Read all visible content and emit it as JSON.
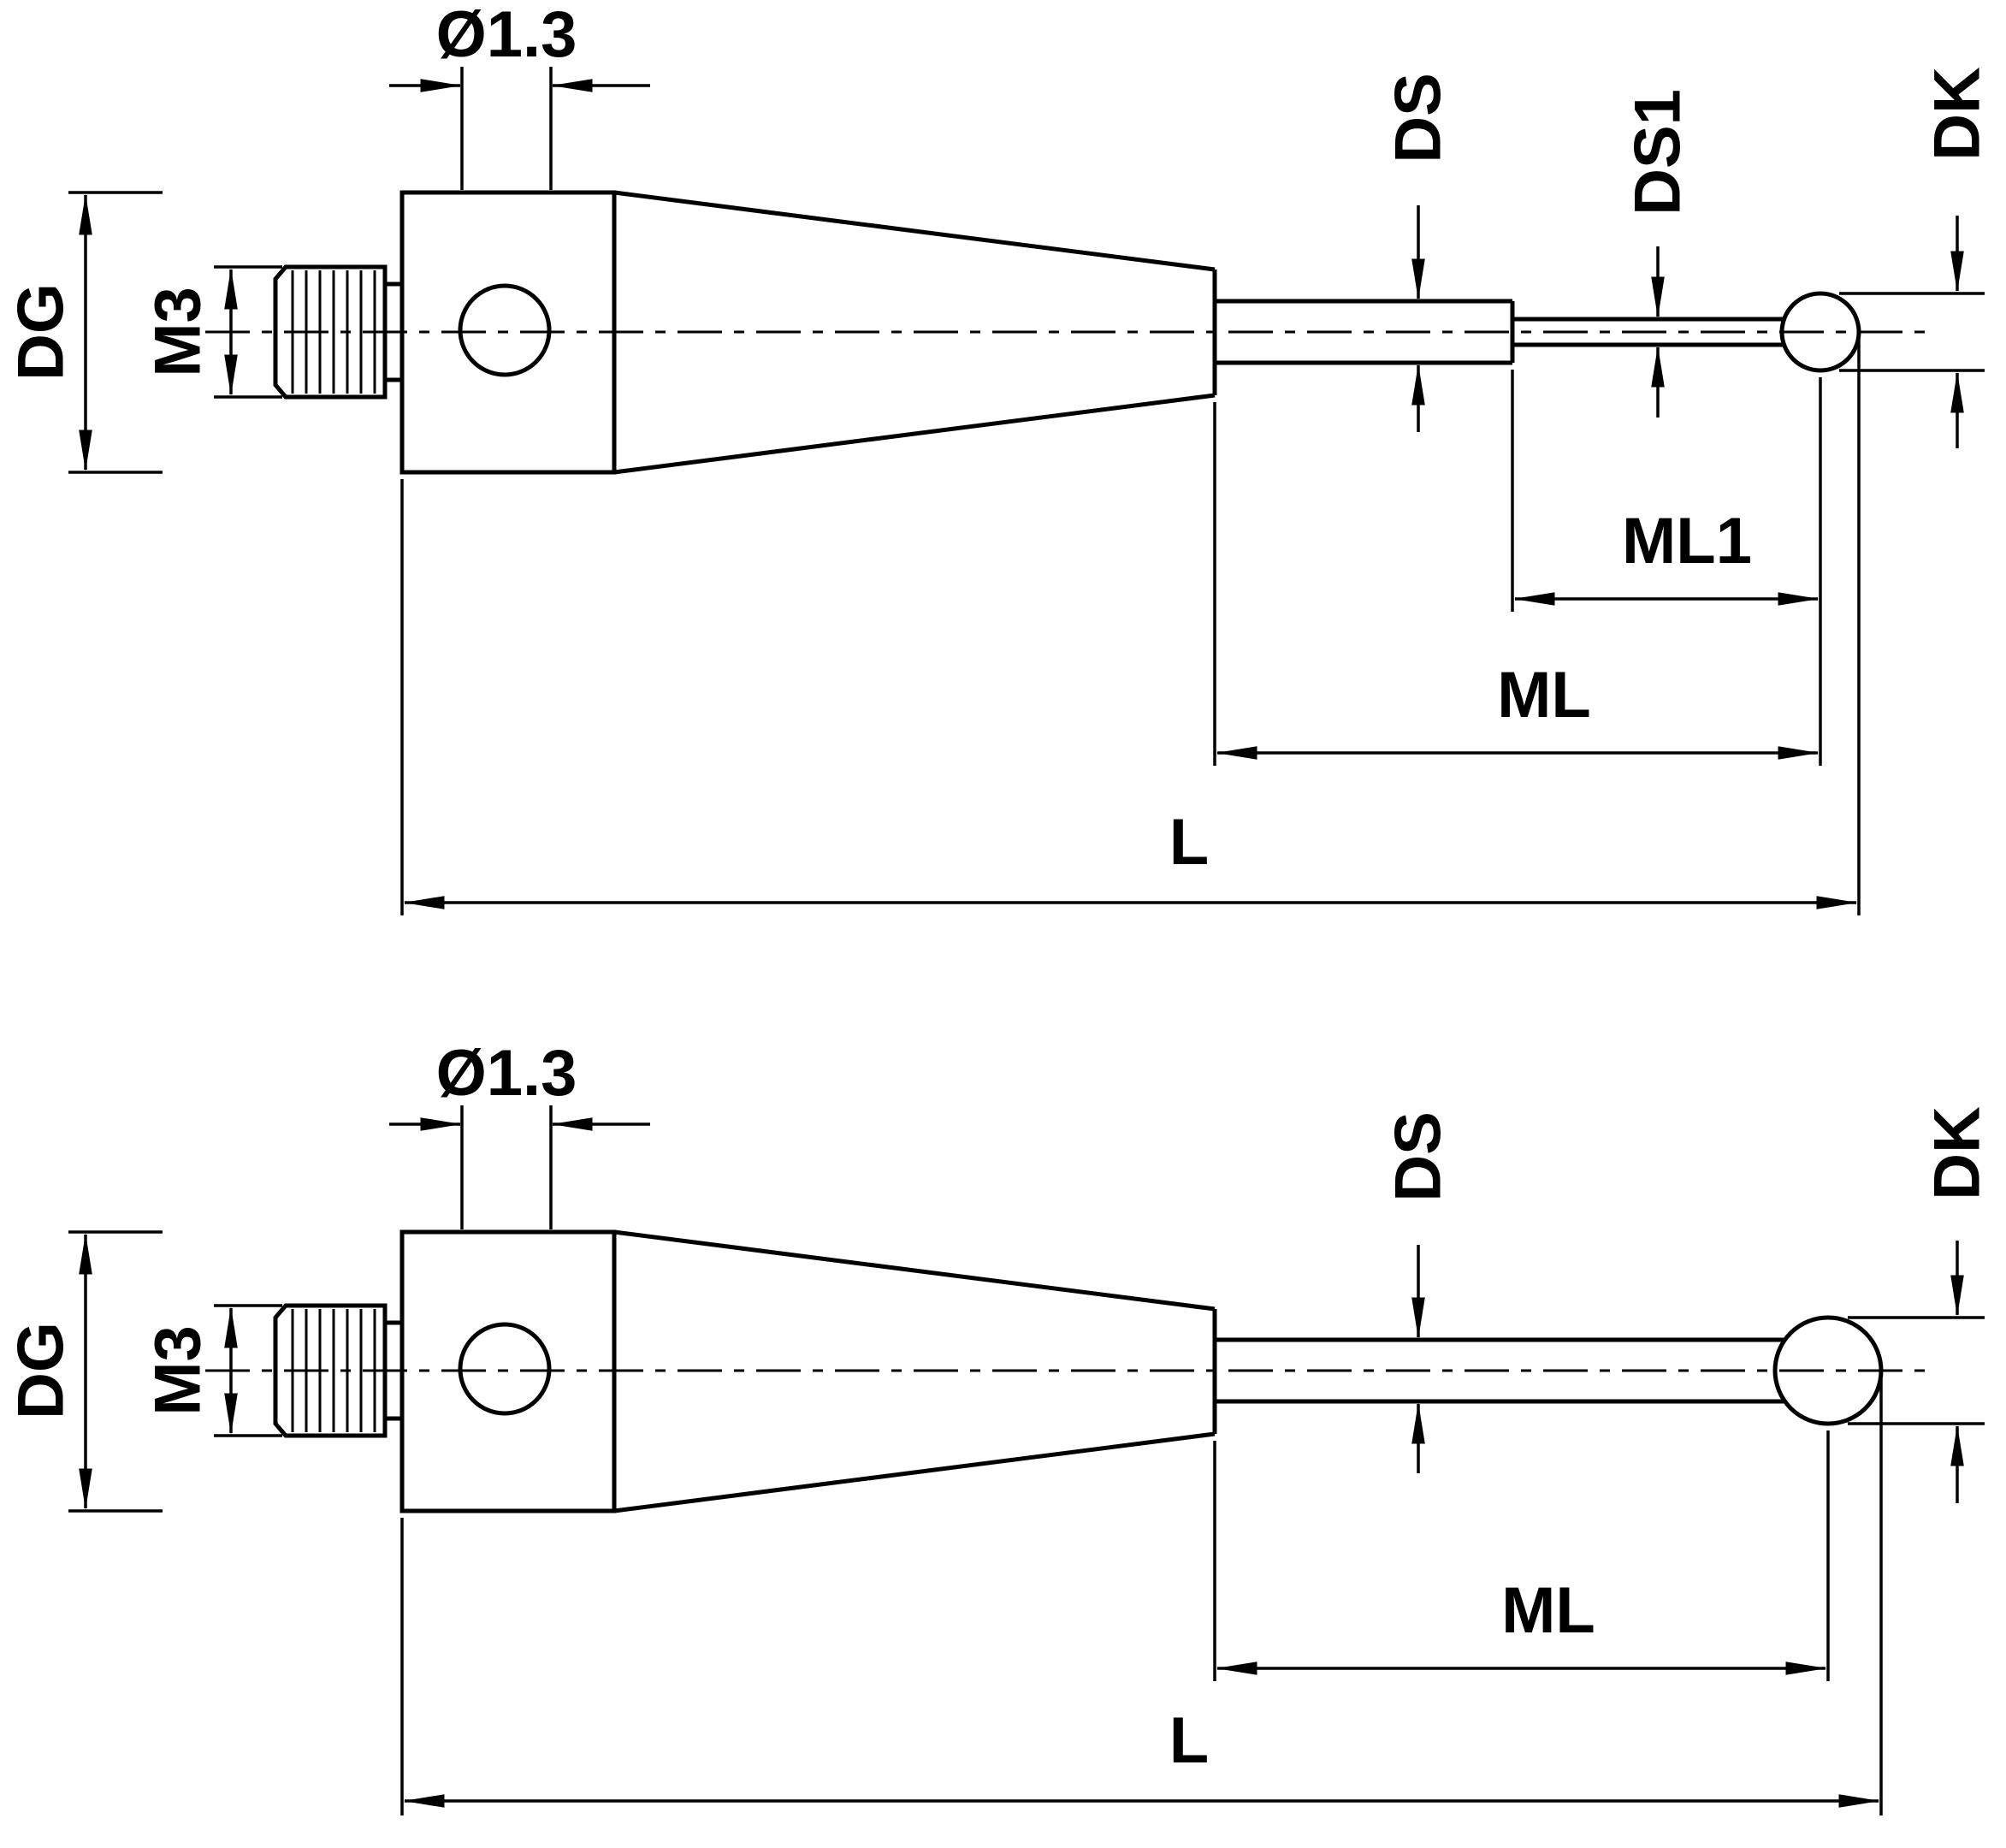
{
  "style": {
    "line_color": "#000000",
    "background": "#ffffff"
  },
  "top": {
    "description": "stylus-with-stepped-shaft",
    "labels": {
      "hole_dia": "Ø1.3",
      "dg": "DG",
      "m3": "M3",
      "ds": "DS",
      "ds1": "DS1",
      "dk": "DK",
      "ml1": "ML1",
      "ml": "ML",
      "l": "L"
    }
  },
  "bottom": {
    "description": "stylus-with-straight-shaft",
    "labels": {
      "hole_dia": "Ø1.3",
      "dg": "DG",
      "m3": "M3",
      "ds": "DS",
      "dk": "DK",
      "ml": "ML",
      "l": "L"
    }
  }
}
